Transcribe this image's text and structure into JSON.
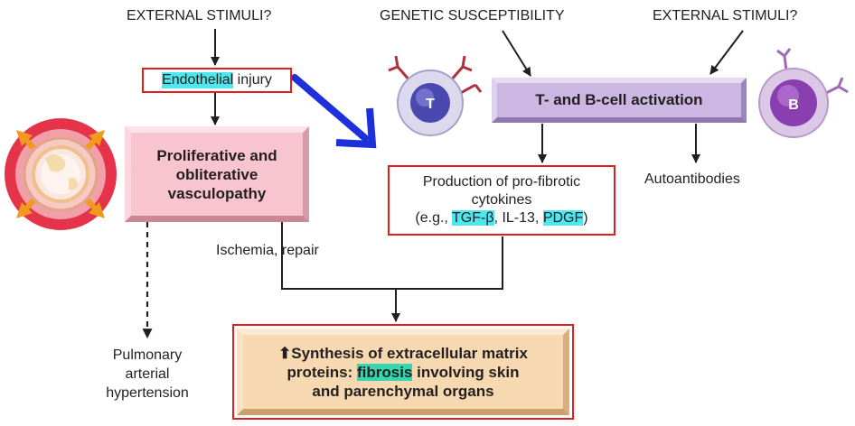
{
  "top_labels": {
    "external_left": "EXTERNAL STIMULI?",
    "genetic": "GENETIC SUSCEPTIBILITY",
    "external_right": "EXTERNAL STIMULI?"
  },
  "endothelial_box": {
    "highlight": "Endothelial",
    "rest": " injury"
  },
  "vasculopathy_box": {
    "line1": "Proliferative and",
    "line2": "obliterative",
    "line3": "vasculopathy"
  },
  "activation_box": {
    "label": "T- and B-cell activation"
  },
  "cytokines_box": {
    "line1": "Production of pro-fibrotic",
    "line2": "cytokines",
    "prefix": "(e.g., ",
    "tgf": "TGF-β",
    "sep1": ", IL-13, ",
    "pdgf": "PDGF",
    "suffix": ")"
  },
  "autoantibodies": "Autoantibodies",
  "ischemia": "Ischemia, repair",
  "pulmonary": {
    "line1": "Pulmonary",
    "line2": "arterial",
    "line3": "hypertension"
  },
  "fibrosis_box": {
    "arrow_glyph": "⬆",
    "line1": "Synthesis of extracellular matrix",
    "line2_pre": "proteins: ",
    "line2_hl": "fibrosis",
    "line2_post": " involving skin",
    "line3": "and parenchymal organs"
  },
  "cells": {
    "t_label": "T",
    "b_label": "B"
  },
  "colors": {
    "red_border": "#e02020",
    "highlight_cyan": "#4fe6ee",
    "highlight_teal": "#35d6b2",
    "blue_arrow": "#1e2fdc",
    "pink_box": "#f7c4d0",
    "purple_box": "#cbb7e1",
    "tan_box": "#f7d9b1"
  }
}
